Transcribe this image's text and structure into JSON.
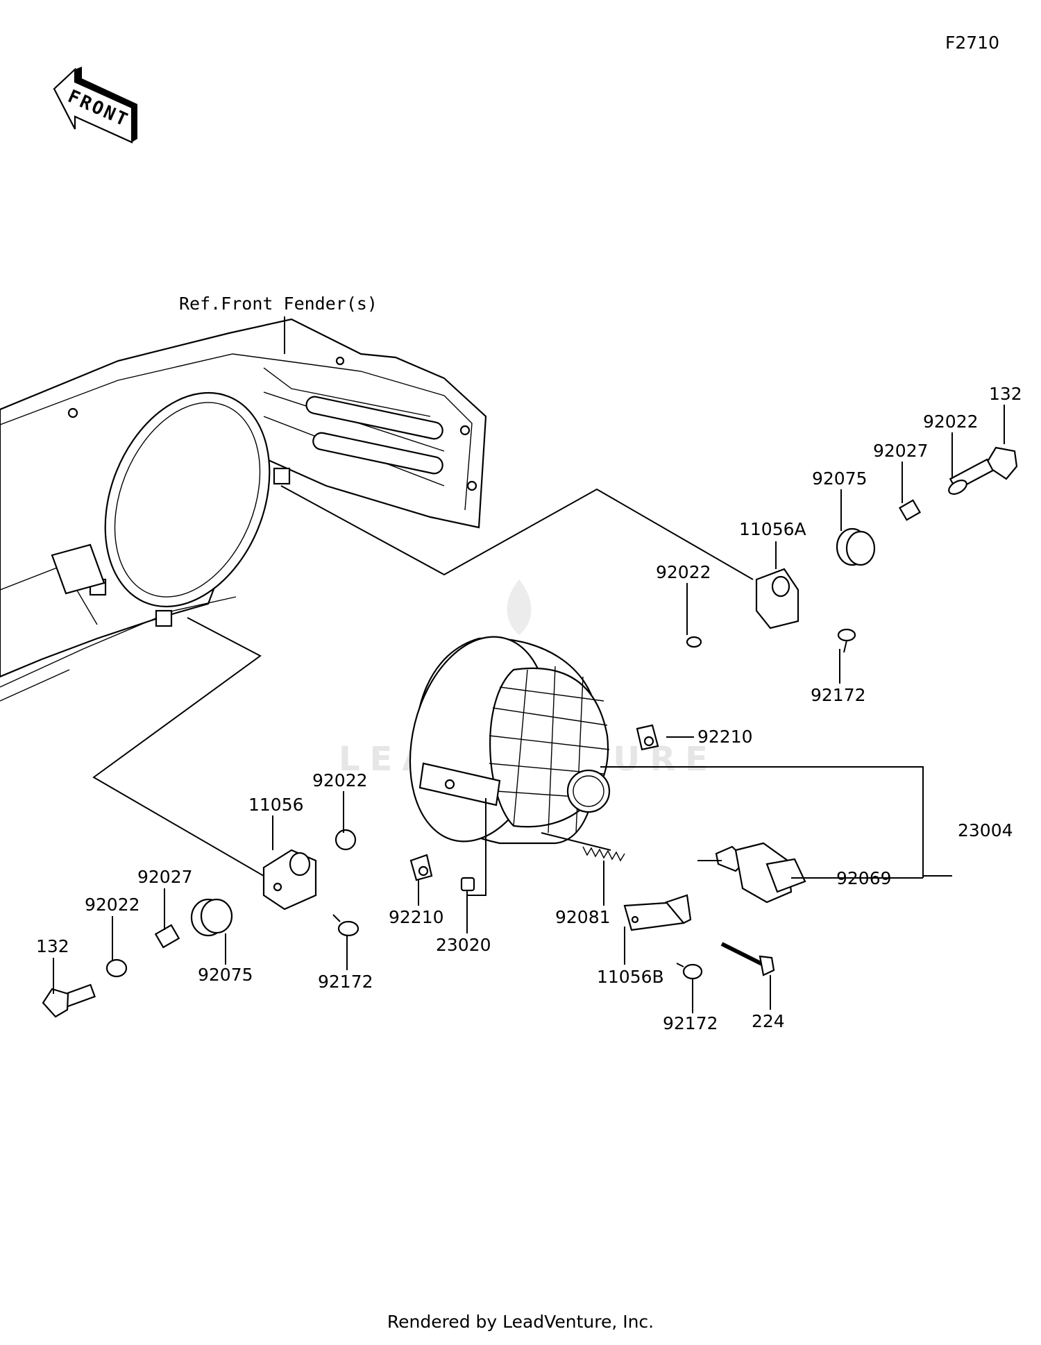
{
  "diagram_code": "F2710",
  "front_arrow": {
    "text": "FRONT",
    "icon": "front-direction-arrow"
  },
  "reference_label": "Ref.Front Fender(s)",
  "watermark": "LEADVENTURE",
  "footer": "Rendered by LeadVenture, Inc.",
  "callouts": {
    "c132_right": "132",
    "c92022_top_right": "92022",
    "c92027_right": "92027",
    "c92075_right": "92075",
    "c11056A": "11056A",
    "c92022_mid_right": "92022",
    "c92172_right": "92172",
    "c92210_upper": "92210",
    "c23004": "23004",
    "c92069": "92069",
    "c92022_mid_left": "92022",
    "c11056": "11056",
    "c92027_left": "92027",
    "c92022_left": "92022",
    "c132_left": "132",
    "c92075_left": "92075",
    "c92172_left": "92172",
    "c92210_lower": "92210",
    "c23020": "23020",
    "c92081": "92081",
    "c11056B": "11056B",
    "c92172_bottom": "92172",
    "c224": "224"
  }
}
